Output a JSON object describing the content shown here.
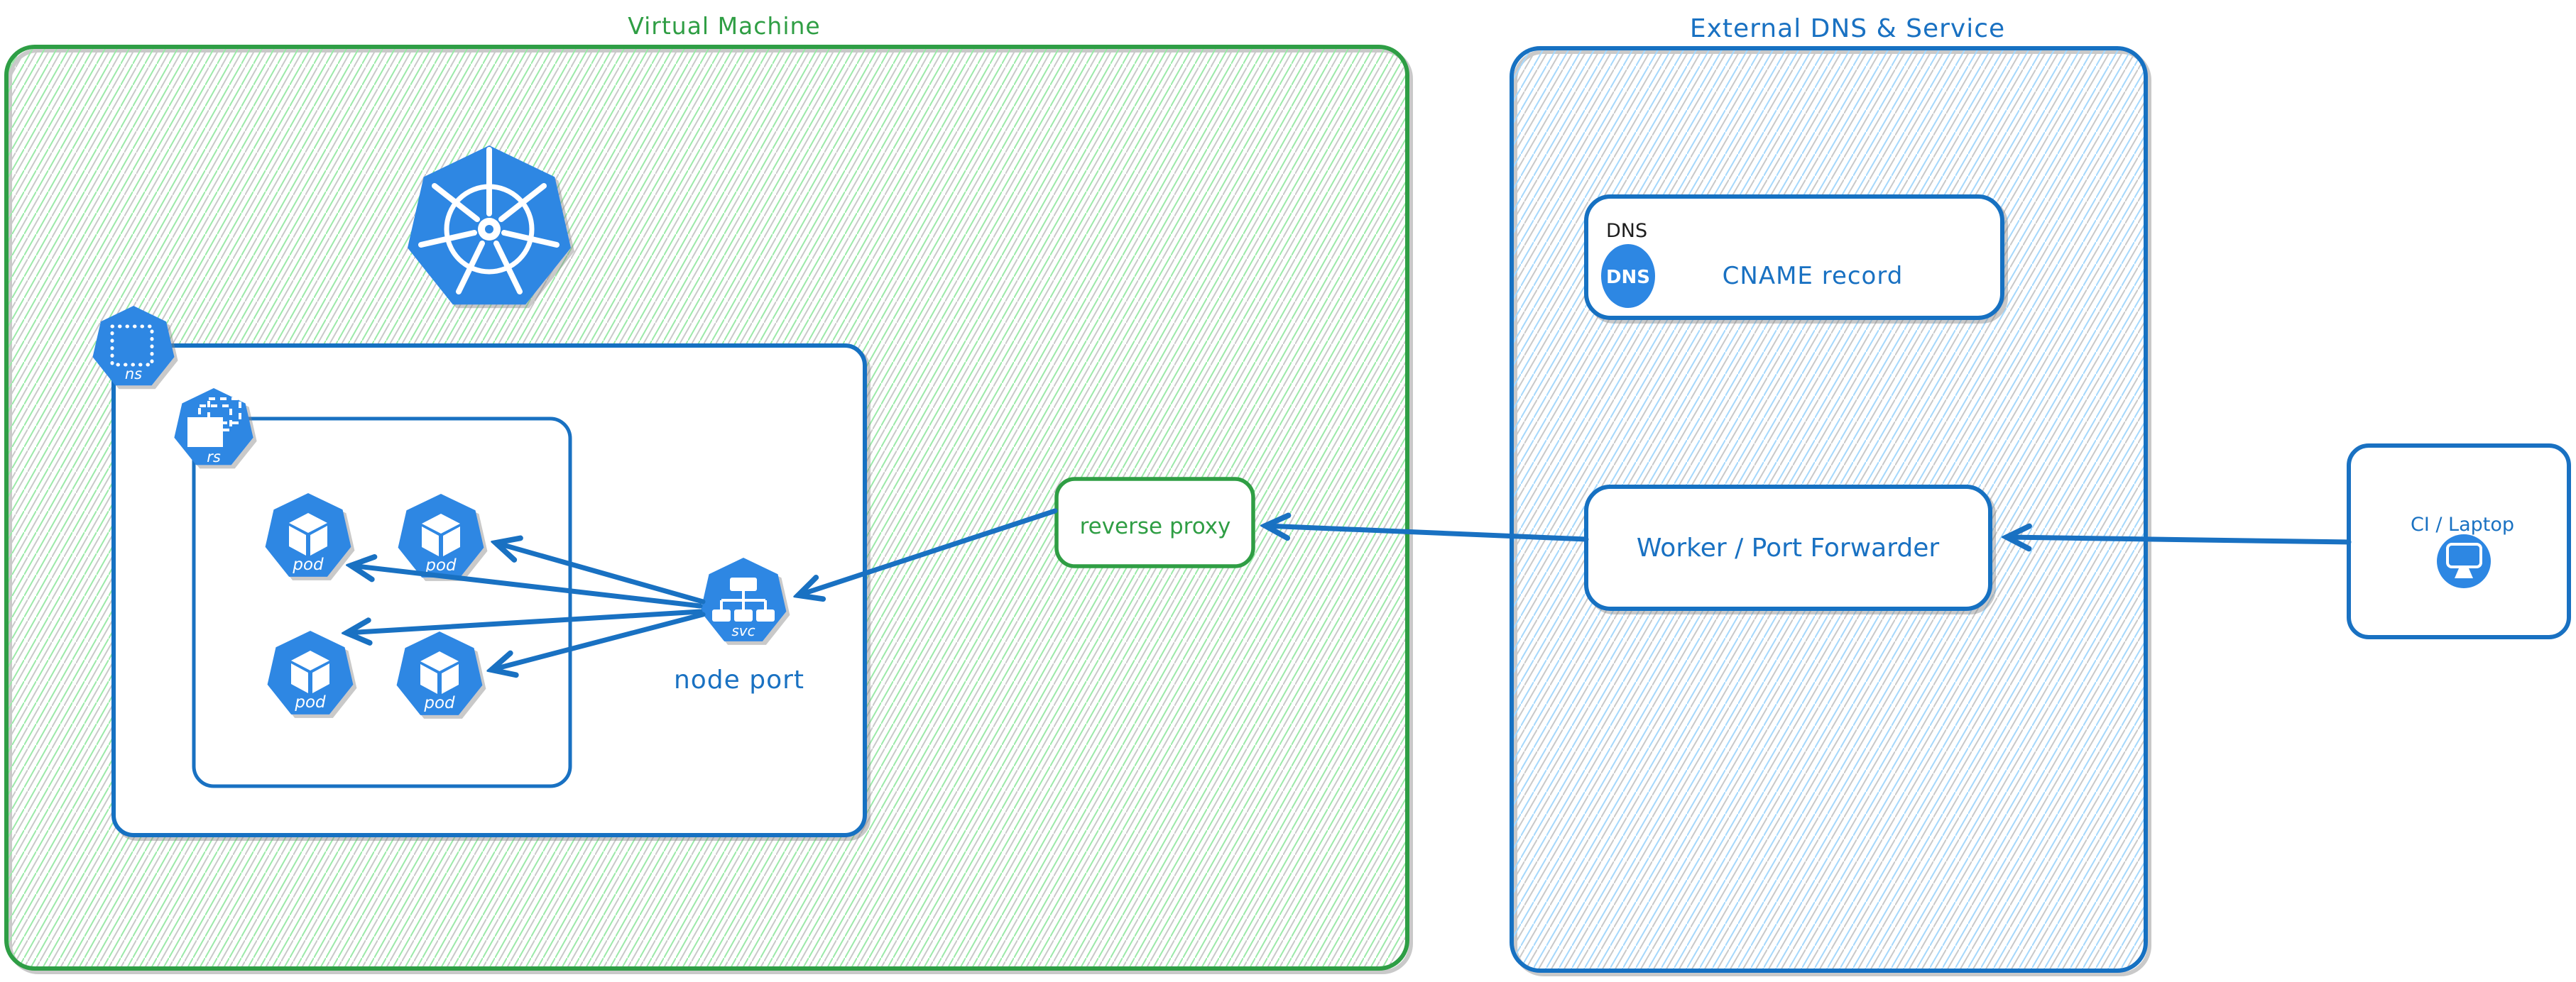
{
  "vm_region": {
    "title": "Virtual Machine"
  },
  "external_region": {
    "title": "External DNS & Service"
  },
  "nodes": {
    "reverse_proxy": "reverse proxy",
    "node_port": "node port",
    "dns_box_label": "DNS",
    "dns_badge": "DNS",
    "cname_record": "CNAME record",
    "worker": "Worker / Port Forwarder",
    "ci_laptop": "CI / Laptop"
  },
  "k8s_icons": {
    "namespace": "ns",
    "replicaset": "rs",
    "pod": "pod",
    "service": "svc"
  },
  "colors": {
    "green_stroke": "#2f9e44",
    "green_hatch": "#9be9a8",
    "blue_stroke": "#1971c2",
    "blue_hatch": "#a5d8fc",
    "icon_blue": "#2d87e3",
    "text_black": "#1e1e1e",
    "background": "#ffffff"
  }
}
